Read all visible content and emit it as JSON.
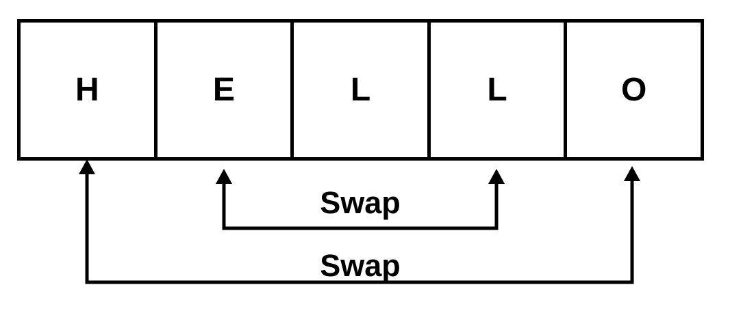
{
  "array": {
    "cells": [
      "H",
      "E",
      "L",
      "L",
      "O"
    ]
  },
  "swaps": [
    {
      "label": "Swap",
      "connects_cell_indexes": [
        1,
        3
      ]
    },
    {
      "label": "Swap",
      "connects_cell_indexes": [
        0,
        4
      ]
    }
  ],
  "colors": {
    "line": "#000000",
    "text": "#000000",
    "background": "#ffffff"
  }
}
